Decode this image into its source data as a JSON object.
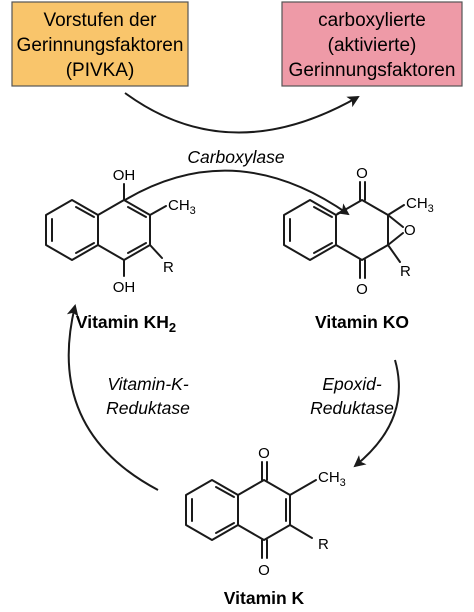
{
  "boxes": {
    "precursors": {
      "lines": [
        "Vorstufen der",
        "Gerinnungsfaktoren",
        "(PIVKA)"
      ],
      "color": "#f9c56b"
    },
    "activated": {
      "lines": [
        "carboxylierte",
        "(aktivierte)",
        "Gerinnungsfaktoren"
      ],
      "color": "#ee9aa7"
    }
  },
  "enzymes": {
    "carboxylase": "Carboxylase",
    "epoxide_reductase": [
      "Epoxid-",
      "Reduktase"
    ],
    "vitamin_k_reductase": [
      "Vitamin-K-",
      "Reduktase"
    ]
  },
  "molecules": {
    "kh2": {
      "name_text": "Vitamin KH",
      "name_subscript": "2",
      "atoms": {
        "oh_top": "OH",
        "oh_bottom": "OH",
        "methyl": "CH",
        "methyl_sub": "3",
        "r": "R"
      }
    },
    "ko": {
      "name": "Vitamin KO",
      "atoms": {
        "o_top": "O",
        "o_bottom": "O",
        "o_epoxide": "O",
        "methyl": "CH",
        "methyl_sub": "3",
        "r": "R"
      }
    },
    "k": {
      "name": "Vitamin K",
      "atoms": {
        "o_top": "O",
        "o_bottom": "O",
        "methyl": "CH",
        "methyl_sub": "3",
        "r": "R"
      }
    }
  }
}
